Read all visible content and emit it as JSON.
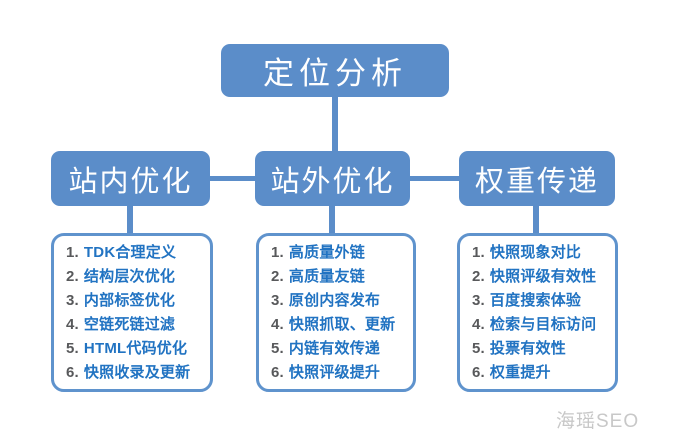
{
  "colors": {
    "node_fill": "#5b8dc9",
    "node_text": "#ffffff",
    "list_border": "#5f93cd",
    "item_number": "#58595b",
    "item_text": "#2173c2",
    "watermark": "#c8c8c8",
    "background": "#ffffff"
  },
  "root": {
    "label": "定位分析"
  },
  "branches": [
    {
      "label": "站内优化",
      "items": [
        {
          "n": "1.",
          "t": "TDK合理定义"
        },
        {
          "n": "2.",
          "t": "结构层次优化"
        },
        {
          "n": "3.",
          "t": "内部标签优化"
        },
        {
          "n": "4.",
          "t": "空链死链过滤"
        },
        {
          "n": "5.",
          "t": "HTML代码优化"
        },
        {
          "n": "6.",
          "t": "快照收录及更新"
        }
      ]
    },
    {
      "label": "站外优化",
      "items": [
        {
          "n": "1.",
          "t": "高质量外链"
        },
        {
          "n": "2.",
          "t": "高质量友链"
        },
        {
          "n": "3.",
          "t": "原创内容发布"
        },
        {
          "n": "4.",
          "t": "快照抓取、更新"
        },
        {
          "n": "5.",
          "t": "内链有效传递"
        },
        {
          "n": "6.",
          "t": "快照评级提升"
        }
      ]
    },
    {
      "label": "权重传递",
      "items": [
        {
          "n": "1.",
          "t": "快照现象对比"
        },
        {
          "n": "2.",
          "t": "快照评级有效性"
        },
        {
          "n": "3.",
          "t": "百度搜索体验"
        },
        {
          "n": "4.",
          "t": "检索与目标访问"
        },
        {
          "n": "5.",
          "t": "投票有效性"
        },
        {
          "n": "6.",
          "t": "权重提升"
        }
      ]
    }
  ],
  "watermark": {
    "label": "海瑶SEO"
  }
}
